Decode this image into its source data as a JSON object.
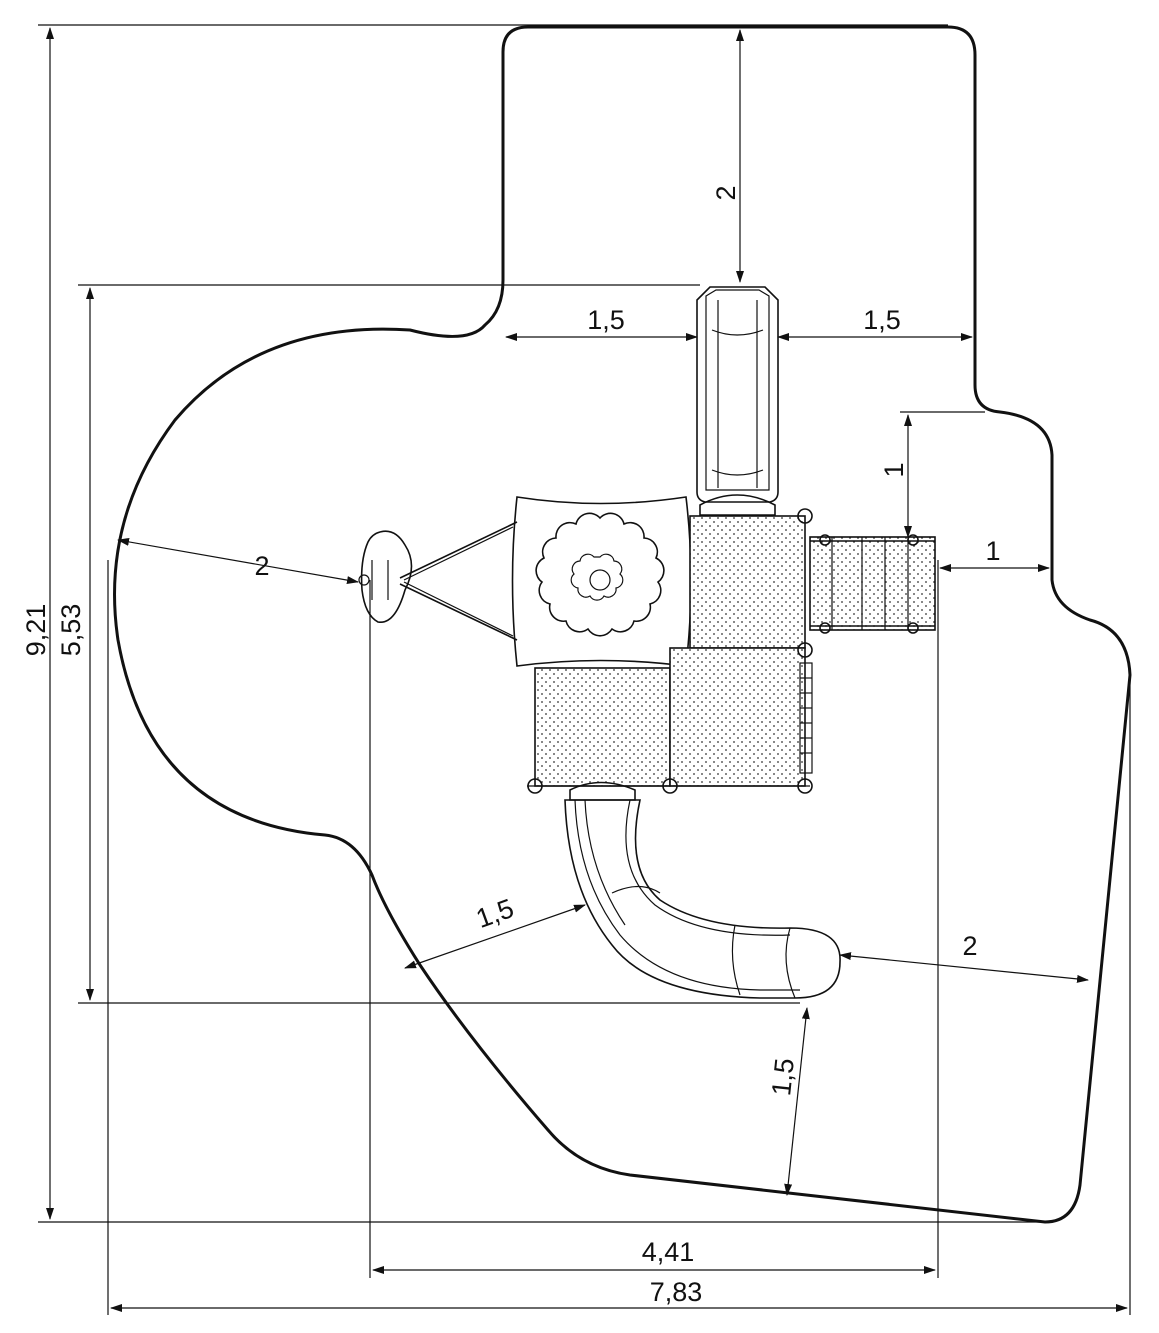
{
  "dimensions": {
    "overall_height": "9,21",
    "footprint_height": "5,53",
    "footprint_width": "4,41",
    "overall_width": "7,83",
    "top_clearance": "2",
    "left_clearance": "2",
    "top_left_offset": "1,5",
    "top_right_offset": "1,5",
    "stair_vertical": "1",
    "stair_horizontal": "1",
    "slide_side": "1,5",
    "slide_end": "2",
    "slide_bottom": "1,5"
  }
}
